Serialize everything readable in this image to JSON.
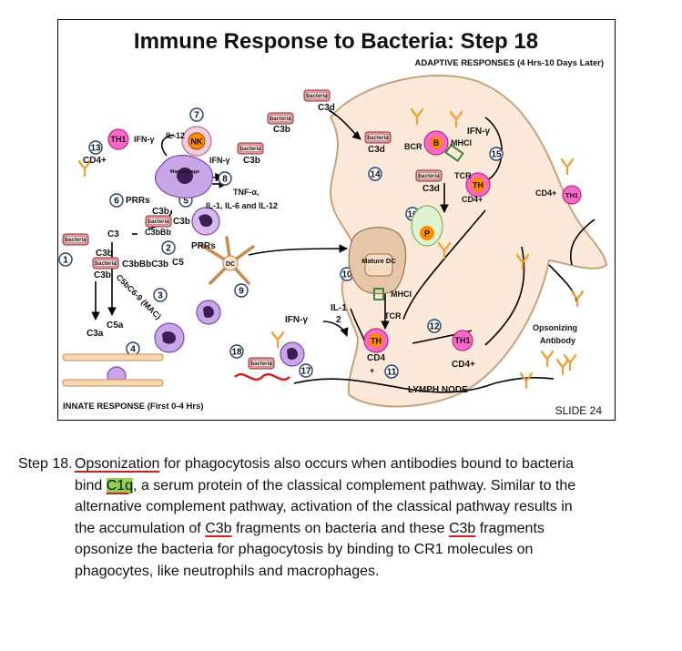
{
  "slide": {
    "title": "Immune Response to Bacteria: Step 18",
    "adaptive_label": "ADAPTIVE RESPONSES (4 Hrs-10 Days Later)",
    "innate_label": "INNATE RESPONSE (First 0-4 Hrs)",
    "lymph_node_label": "LYMPH NODE",
    "slide_number": "SLIDE 24",
    "numbers": [
      "1",
      "2",
      "3",
      "4",
      "5",
      "6",
      "7",
      "8",
      "9",
      "10",
      "11",
      "12",
      "13",
      "14",
      "15",
      "16",
      "17",
      "18"
    ],
    "bacteria_text": "bacteria",
    "labels": {
      "cd4_th1_left": "CD4+",
      "th1": "TH1",
      "ifn_y_left": "IFN-γ",
      "macrophage": "Macrophage",
      "prrs_left": "PRRs",
      "il12": "IL-12",
      "nk": "NK",
      "ifn_y_nk": "IFN-γ",
      "tnf": "TNF-α,",
      "il_list": "IL-1, IL-6 and IL-12",
      "c3b_top1": "C3b",
      "c3d_top": "C3d",
      "c3b_top2": "C3b",
      "c3b_mid": "C3b",
      "c3b_bound": "C3b",
      "c3": "C3",
      "c3bbb": "C3bBb",
      "c3b_left": "C3b",
      "c3bbbc3b": "C3bBbC3b",
      "c5": "C5",
      "c3b_lower": "C3b",
      "mac": "C5bC6-9 (MAC)",
      "c5a": "C5a",
      "c3a": "C3a",
      "prrs_neut": "PRRs",
      "dc": "DC",
      "mature_dc": "Mature DC",
      "mhci_lower": "MHCI",
      "tcr_lower": "TCR",
      "il1": "IL-1",
      "il2": "2",
      "ifn_y_th": "IFN-γ",
      "th": "TH",
      "cd4_lower": "CD4",
      "plus": "+",
      "cd4_th1_lower": "CD4+",
      "opsonizing": "Opsonizing",
      "antibody": "Antibody",
      "cd4_right": "CD4+",
      "b": "B",
      "bcr": "BCR",
      "mhcii_upper": "MHCI",
      "tcr_upper": "TCR",
      "cd4_upper": "CD4+",
      "c3d_upper": "C3d",
      "c3d_ln": "C3d",
      "ifn_y_upper": "IFN-γ",
      "p": "P"
    }
  },
  "caption": {
    "step": "Step 18.",
    "l1_a": "Opsonization",
    "l1_b": " for phagocytosis also occurs when antibodies bound to bacteria",
    "l2_a": "bind ",
    "l2_hl": "C1q",
    "l2_b": ", a serum protein of the classical complement pathway. Similar to the",
    "l3": "alternative complement pathway, activation of the classical pathway results in",
    "l4_a": "the accumulation of ",
    "l4_u1": "C3b",
    "l4_b": " fragments on bacteria and these ",
    "l4_u2": "C3b",
    "l4_c": " fragments",
    "l5": "opsonize the bacteria for phagocytosis by binding to CR1 molecules on",
    "l6": "phagocytes, like neutrophils and macrophages."
  },
  "colors": {
    "lymph_node_fill": "#fde9d9",
    "bacteria_fill": "#e6a0a0",
    "th1_fill": "#ff66cc",
    "th_fill": "#ff8c00",
    "macrophage_fill": "#c9a6e8",
    "antibody": "#f0a030",
    "highlight": "#92d050",
    "underline": "#d21f1f"
  }
}
